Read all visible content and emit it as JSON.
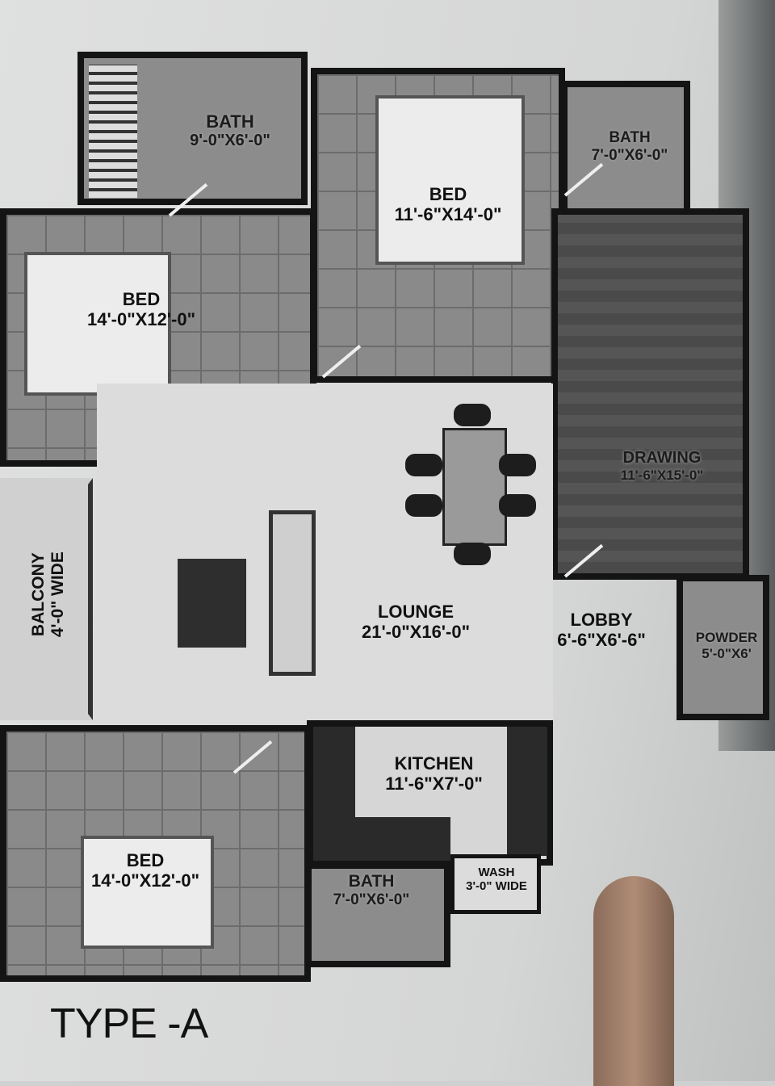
{
  "plan_title": "TYPE -A",
  "rooms": {
    "bath_top_left": {
      "name": "BATH",
      "size": "9'-0\"X6'-0\""
    },
    "bed_top_center": {
      "name": "BED",
      "size": "11'-6\"X14'-0\""
    },
    "bath_top_right": {
      "name": "BATH",
      "size": "7'-0\"X6'-0\""
    },
    "bed_left": {
      "name": "BED",
      "size": "14'-0\"X12'-0\""
    },
    "drawing": {
      "name": "DRAWING",
      "size": "11'-6\"X15'-0\""
    },
    "balcony": {
      "name": "BALCONY",
      "size": "4'-0\" WIDE"
    },
    "lounge": {
      "name": "LOUNGE",
      "size": "21'-0\"X16'-0\""
    },
    "lobby": {
      "name": "LOBBY",
      "size": "6'-6\"X6'-6\""
    },
    "powder": {
      "name": "POWDER",
      "size": "5'-0\"X6'"
    },
    "kitchen": {
      "name": "KITCHEN",
      "size": "11'-6\"X7'-0\""
    },
    "bed_bottom": {
      "name": "BED",
      "size": "14'-0\"X12'-0\""
    },
    "bath_bottom": {
      "name": "BATH",
      "size": "7'-0\"X6'-0\""
    },
    "wash": {
      "name": "WASH",
      "size": "3'-0\" WIDE"
    }
  }
}
